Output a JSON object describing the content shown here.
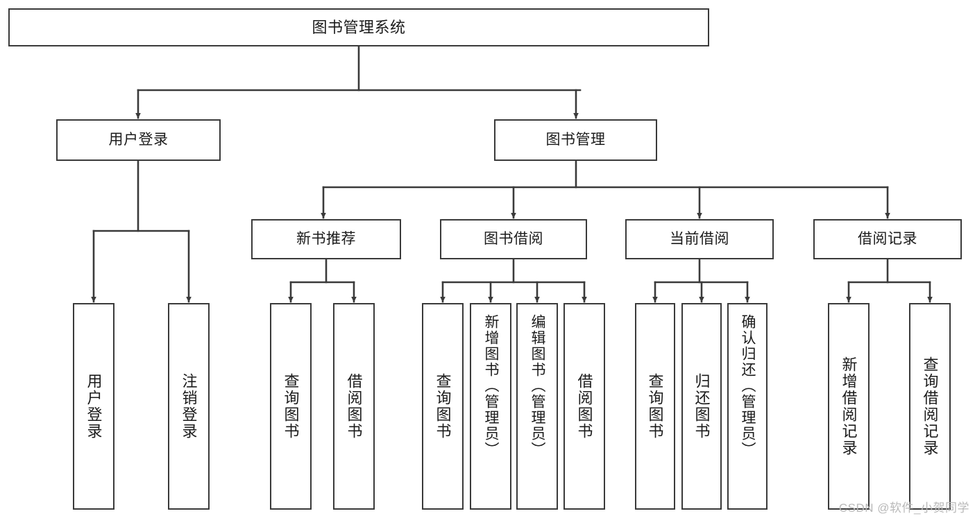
{
  "diagram": {
    "title": "图书管理系统",
    "type": "tree-hierarchy-chart",
    "stroke_color": "#3a3a3a",
    "fill_color": "#ffffff",
    "text_color": "#1b1b1b"
  },
  "watermark": {
    "text": "CSDN @软件_小贺同学",
    "color": "#b9b9b9"
  },
  "nodes": {
    "root": {
      "label": "图书管理系统"
    },
    "level2": [
      {
        "id": "user-login",
        "label": "用户登录"
      },
      {
        "id": "book-manage",
        "label": "图书管理"
      }
    ],
    "level3": [
      {
        "id": "new-book-rec",
        "label": "新书推荐"
      },
      {
        "id": "book-borrow",
        "label": "图书借阅"
      },
      {
        "id": "current-borrow",
        "label": "当前借阅"
      },
      {
        "id": "borrow-record",
        "label": "借阅记录"
      }
    ],
    "leaves": {
      "user_login": [
        {
          "id": "leaf-user-login",
          "label": "用户登录"
        },
        {
          "id": "leaf-logout",
          "label": "注销登录"
        }
      ],
      "new_book_rec": [
        {
          "id": "leaf-query-book-1",
          "label": "查询图书"
        },
        {
          "id": "leaf-borrow-book-1",
          "label": "借阅图书"
        }
      ],
      "book_borrow": [
        {
          "id": "leaf-query-book-2",
          "label": "查询图书"
        },
        {
          "id": "leaf-add-book",
          "label": "新增图书（管理员）"
        },
        {
          "id": "leaf-edit-book",
          "label": "编辑图书（管理员）"
        },
        {
          "id": "leaf-borrow-book-2",
          "label": "借阅图书"
        }
      ],
      "current_borrow": [
        {
          "id": "leaf-query-book-3",
          "label": "查询图书"
        },
        {
          "id": "leaf-return-book",
          "label": "归还图书"
        },
        {
          "id": "leaf-confirm-return",
          "label": "确认归还（管理员）"
        }
      ],
      "borrow_record": [
        {
          "id": "leaf-add-record",
          "label": "新增借阅记录"
        },
        {
          "id": "leaf-query-record",
          "label": "查询借阅记录"
        }
      ]
    }
  }
}
